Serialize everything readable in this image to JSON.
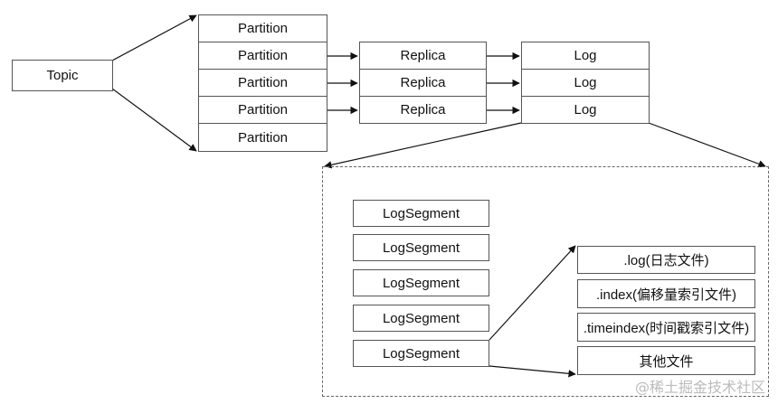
{
  "topic": {
    "label": "Topic"
  },
  "partitions": [
    "Partition",
    "Partition",
    "Partition",
    "Partition",
    "Partition"
  ],
  "replicas": [
    "Replica",
    "Replica",
    "Replica"
  ],
  "logs": [
    "Log",
    "Log",
    "Log"
  ],
  "segments": [
    "LogSegment",
    "LogSegment",
    "LogSegment",
    "LogSegment",
    "LogSegment"
  ],
  "files": [
    ".log(日志文件)",
    ".index(偏移量索引文件)",
    ".timeindex(时间戳索引文件)",
    "其他文件"
  ],
  "watermark": "@稀土掘金技术社区"
}
